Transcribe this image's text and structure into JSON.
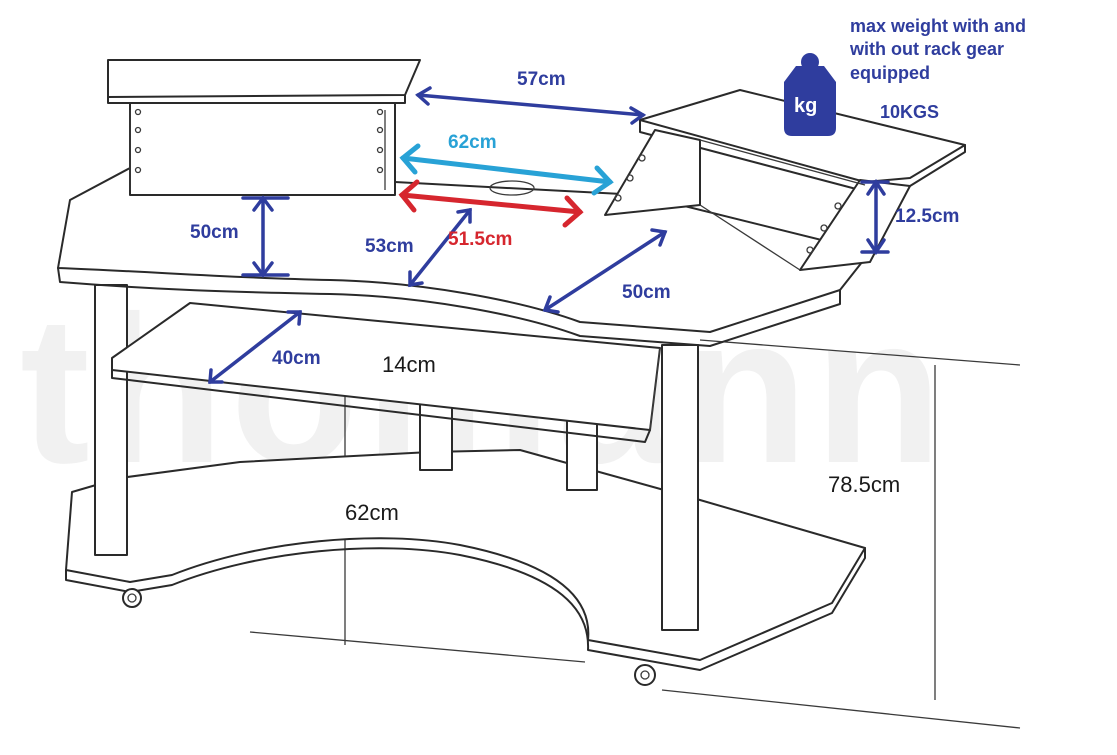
{
  "watermark": "thomann",
  "weight_note": {
    "line1": "max weight with and",
    "line2": "with out rack gear",
    "line3": "equipped",
    "value": "10KGS",
    "icon": "kg-weight-icon",
    "icon_label": "kg"
  },
  "dimensions": {
    "top_shelf_gap": "57cm",
    "cyan_width": "62cm",
    "red_width": "51.5cm",
    "left_height": "50cm",
    "center_depth": "53cm",
    "right_depth": "50cm",
    "rack_height": "12.5cm",
    "tray_depth": "40cm",
    "tray_height": "14cm",
    "base_depth": "62cm",
    "total_height": "78.5cm"
  },
  "colors": {
    "blue": "#2f3d9e",
    "cyan": "#28a2d6",
    "red": "#d6262e"
  }
}
